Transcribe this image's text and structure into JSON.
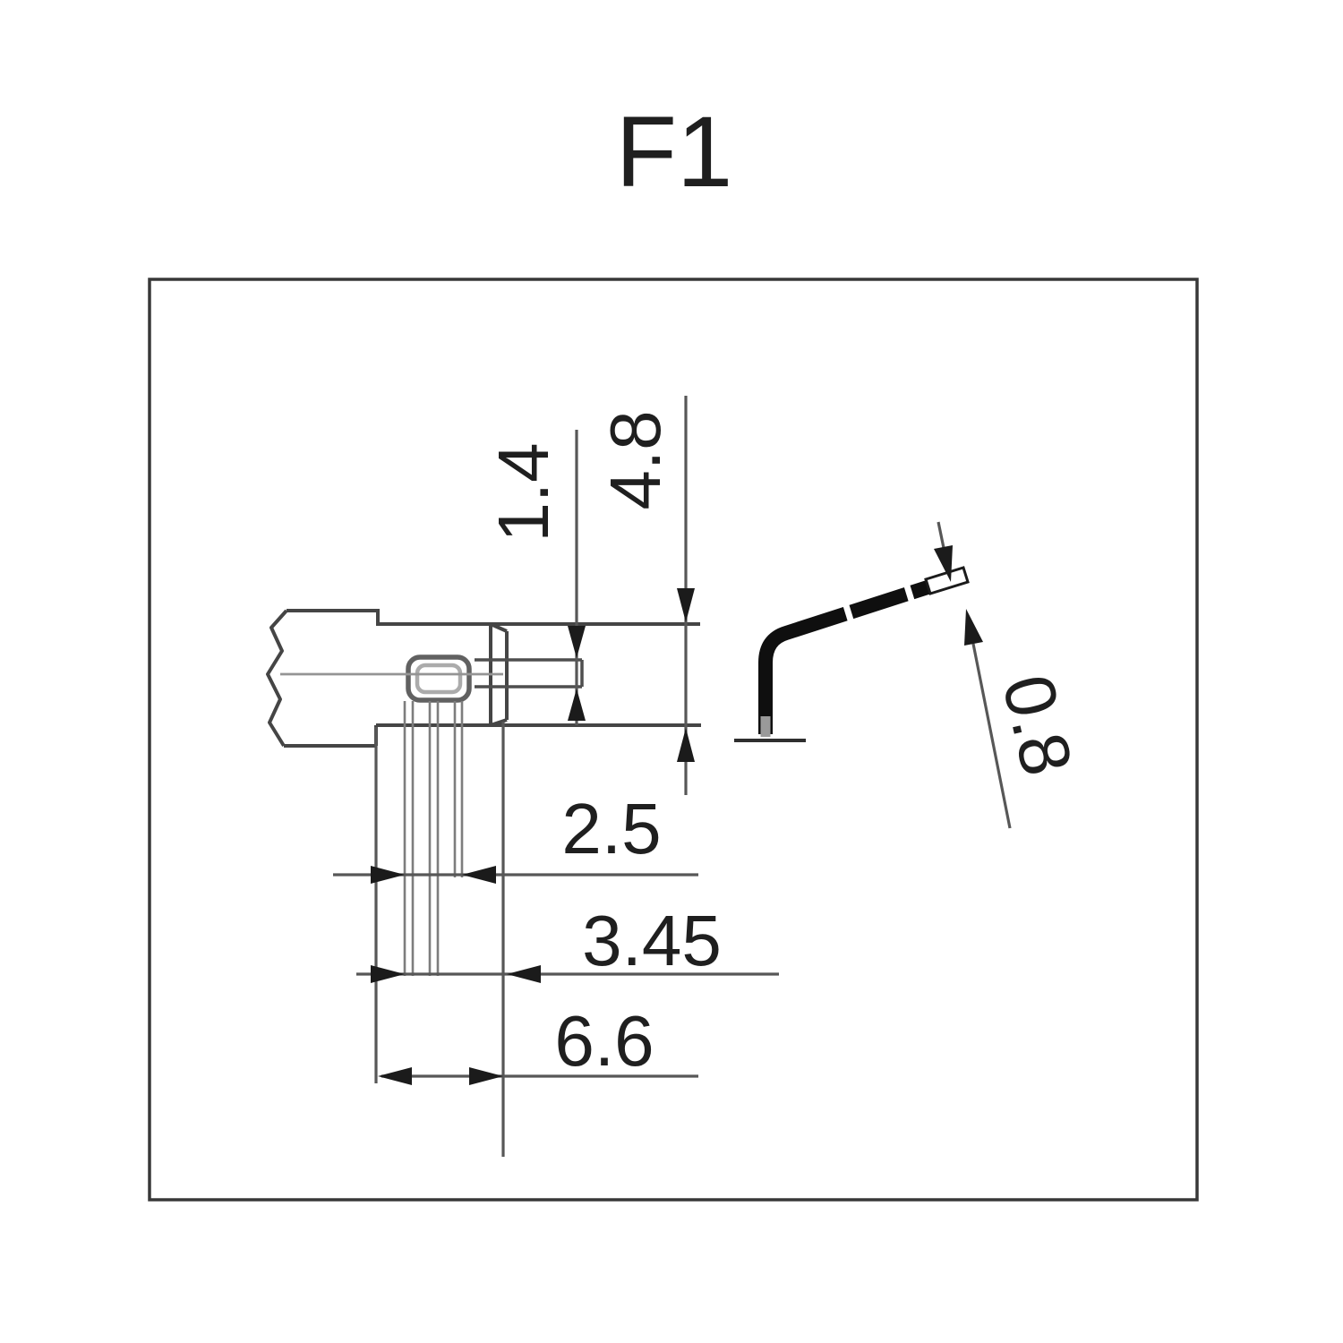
{
  "title": "F1",
  "drawing": {
    "description": "Dimensioned side view of a right-angle terminal with separate bent solder-pin detail",
    "dimension_labels": {
      "slot_height": "1.4",
      "body_height": "4.8",
      "pin_group_width": "2.5",
      "pin_offset_width": "3.45",
      "overall_width": "6.6",
      "pin_thickness": "0.8"
    },
    "colors": {
      "background": "#ffffff",
      "outline": "#454545",
      "dimension_line": "#575757",
      "arrow": "#1b1b1b",
      "text": "#1f1f1f",
      "solid_pin": "#0f0f0f"
    }
  }
}
